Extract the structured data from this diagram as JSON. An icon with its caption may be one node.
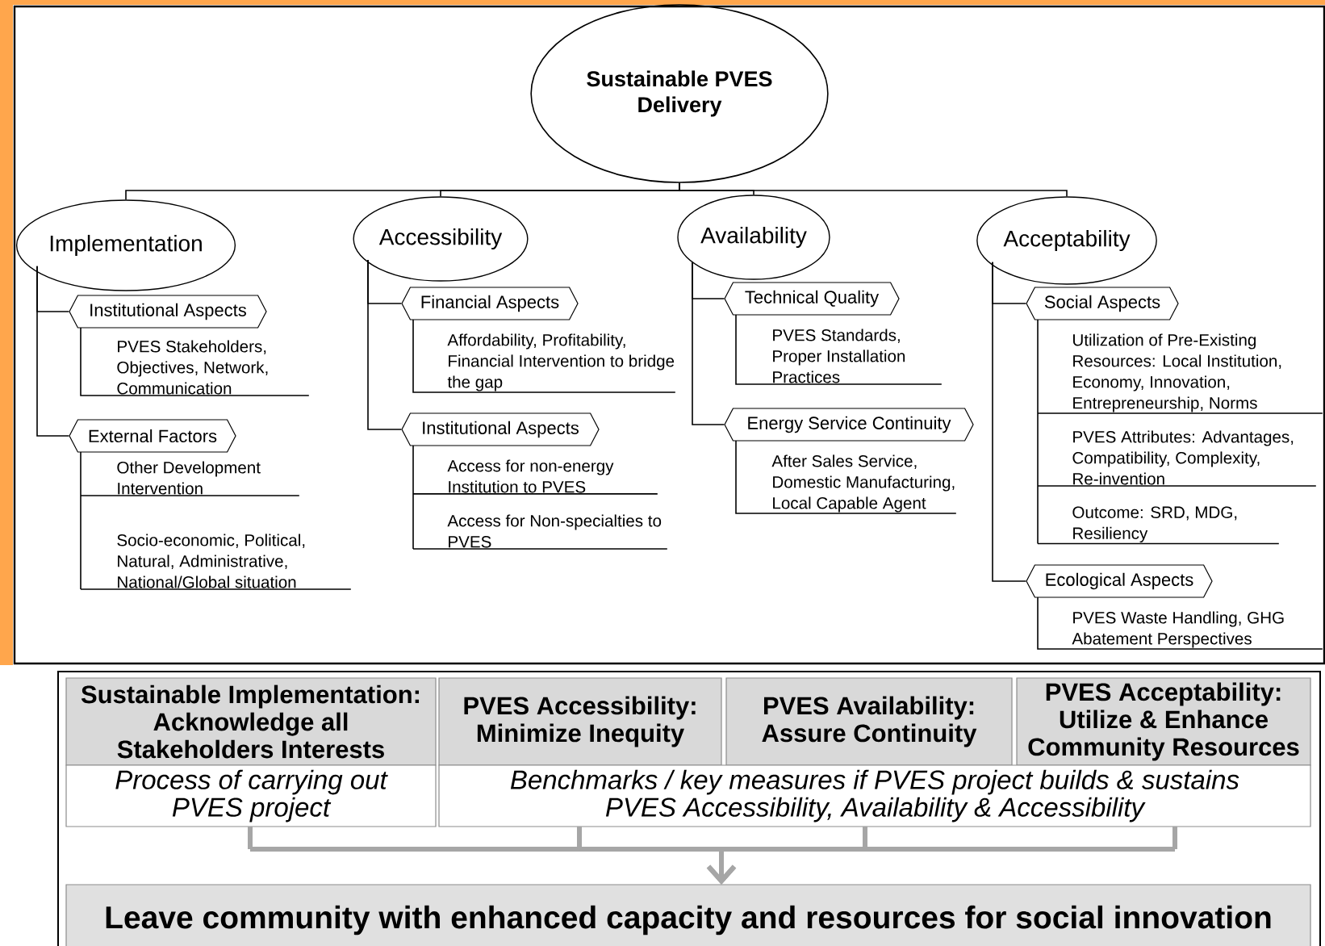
{
  "diagram": {
    "nodes": [
      {
        "text": [
          "Sustainable PVES Delivery"
        ]
      },
      {
        "text": [
          "Implementation"
        ]
      },
      {
        "text": [
          "Accessibility"
        ]
      },
      {
        "text": [
          "Availability"
        ]
      },
      {
        "text": [
          "Acceptability"
        ]
      },
      {
        "text": [
          "Institutional Aspects"
        ]
      },
      {
        "text": [
          "PVES Stakeholders, Objectives, Network, Communication"
        ]
      },
      {
        "text": [
          "External Factors"
        ]
      },
      {
        "text": [
          "Other Development Intervention"
        ]
      },
      {
        "text": [
          "Socio-economic, Political, Natural, Administrative, National/Global situation"
        ]
      },
      {
        "text": [
          "Financial Aspects"
        ]
      },
      {
        "text": [
          "Affordability, Profitability, Financial Intervention to bridge the gap"
        ]
      },
      {
        "text": [
          "Institutional Aspects"
        ]
      },
      {
        "text": [
          "Access for non-energy Institution to PVES"
        ]
      },
      {
        "text": [
          "Access for Non-specialties to PVES"
        ]
      },
      {
        "text": [
          "Technical Quality"
        ]
      },
      {
        "text": [
          "PVES Standards, Proper Installation Practices"
        ]
      },
      {
        "text": [
          "Energy Service Continuity"
        ]
      },
      {
        "text": [
          "After Sales Service, Domestic Manufacturing, Local Capable Agent"
        ]
      },
      {
        "text": [
          "Social Aspects"
        ]
      },
      {
        "text": [
          "Utilization of Pre-Existing Resources: Local Institution, Economy, Innovation, Entrepreneurship, Norms"
        ]
      },
      {
        "text": [
          "PVES Attributes: Advantages, Compatibility, Complexity, Re-invention"
        ]
      },
      {
        "text": [
          "Outcome: SRD, MDG, Resiliency"
        ]
      },
      {
        "text": [
          "Ecological Aspects"
        ]
      },
      {
        "text": [
          "PVES Waste Handling, GHG Abatement Perspectives"
        ]
      },
      {
        "text": [
          "Sustainable Implementation: Acknowledge all Stakeholders Interests"
        ]
      },
      {
        "text": [
          "PVES Accessibility: Minimize Inequity"
        ]
      },
      {
        "text": [
          "PVES Availability: Assure Continuity"
        ]
      },
      {
        "text": [
          "PVES Acceptability: Utilize & Enhance Community Resources"
        ]
      },
      {
        "text": [
          "Process of carrying out PVES project"
        ]
      },
      {
        "text": [
          "Benchmarks / key measures if PVES project builds & sustains PVES Accessibility, Availability & Accessibility"
        ]
      },
      {
        "text": [
          "Leave community with enhanced capacity and resources for social innovation"
        ]
      }
    ],
    "edges": [
      {
        "from": 0,
        "to": 1,
        "arrow": "none"
      },
      {
        "from": 0,
        "to": 2,
        "arrow": "none"
      },
      {
        "from": 0,
        "to": 3,
        "arrow": "none"
      },
      {
        "from": 0,
        "to": 4,
        "arrow": "none"
      },
      {
        "from": 1,
        "to": 5,
        "arrow": "none"
      },
      {
        "from": 5,
        "to": 6,
        "arrow": "none"
      },
      {
        "from": 1,
        "to": 7,
        "arrow": "none"
      },
      {
        "from": 7,
        "to": 8,
        "arrow": "none"
      },
      {
        "from": 7,
        "to": 9,
        "arrow": "none"
      },
      {
        "from": 2,
        "to": 10,
        "arrow": "none"
      },
      {
        "from": 10,
        "to": 11,
        "arrow": "none"
      },
      {
        "from": 2,
        "to": 12,
        "arrow": "none"
      },
      {
        "from": 12,
        "to": 13,
        "arrow": "none"
      },
      {
        "from": 12,
        "to": 14,
        "arrow": "none"
      },
      {
        "from": 3,
        "to": 15,
        "arrow": "none"
      },
      {
        "from": 15,
        "to": 16,
        "arrow": "none"
      },
      {
        "from": 3,
        "to": 17,
        "arrow": "none"
      },
      {
        "from": 17,
        "to": 18,
        "arrow": "none"
      },
      {
        "from": 4,
        "to": 19,
        "arrow": "none"
      },
      {
        "from": 19,
        "to": 20,
        "arrow": "none"
      },
      {
        "from": 19,
        "to": 21,
        "arrow": "none"
      },
      {
        "from": 19,
        "to": 22,
        "arrow": "none"
      },
      {
        "from": 4,
        "to": 23,
        "arrow": "none"
      },
      {
        "from": 23,
        "to": 24,
        "arrow": "none"
      },
      {
        "from": 29,
        "to": 31,
        "arrow": "to",
        "style": "thick",
        "color": "#a6a6a6"
      },
      {
        "from": 30,
        "to": 31,
        "arrow": "to",
        "style": "thick",
        "color": "#a6a6a6"
      }
    ]
  }
}
